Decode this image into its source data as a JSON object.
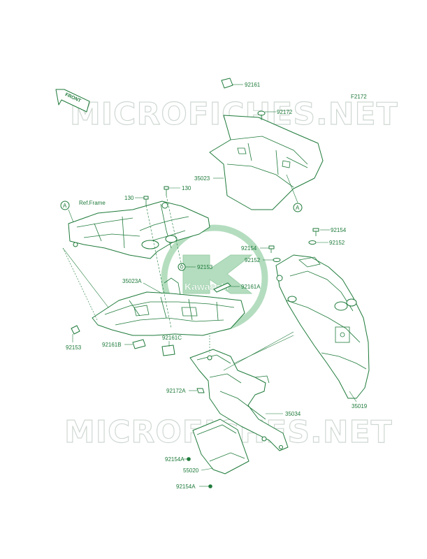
{
  "diagram_code": "F2172",
  "watermark": "MICROFICHES.NET",
  "front_arrow_label": "FRONT",
  "brand_logo_text": "Kawasaki",
  "ref_frame_label": "Ref.Frame",
  "callout_a": "A",
  "parts": {
    "p92161": "92161",
    "p92172": "92172",
    "p35023": "35023",
    "p130_left": "130",
    "p130_right": "130",
    "p92154_right": "92154",
    "p92154_mid": "92154",
    "p92152_right": "92152",
    "p92152_mid": "92152",
    "p92153_upper": "92153",
    "p35023A": "35023A",
    "p92161A": "92161A",
    "p92153_lower": "92153",
    "p92161B": "92161B",
    "p92161C": "92161C",
    "p92172A": "92172A",
    "p35034": "35034",
    "p35019": "35019",
    "p92154A_upper": "92154A",
    "p55020": "55020",
    "p92154A_lower": "92154A"
  }
}
